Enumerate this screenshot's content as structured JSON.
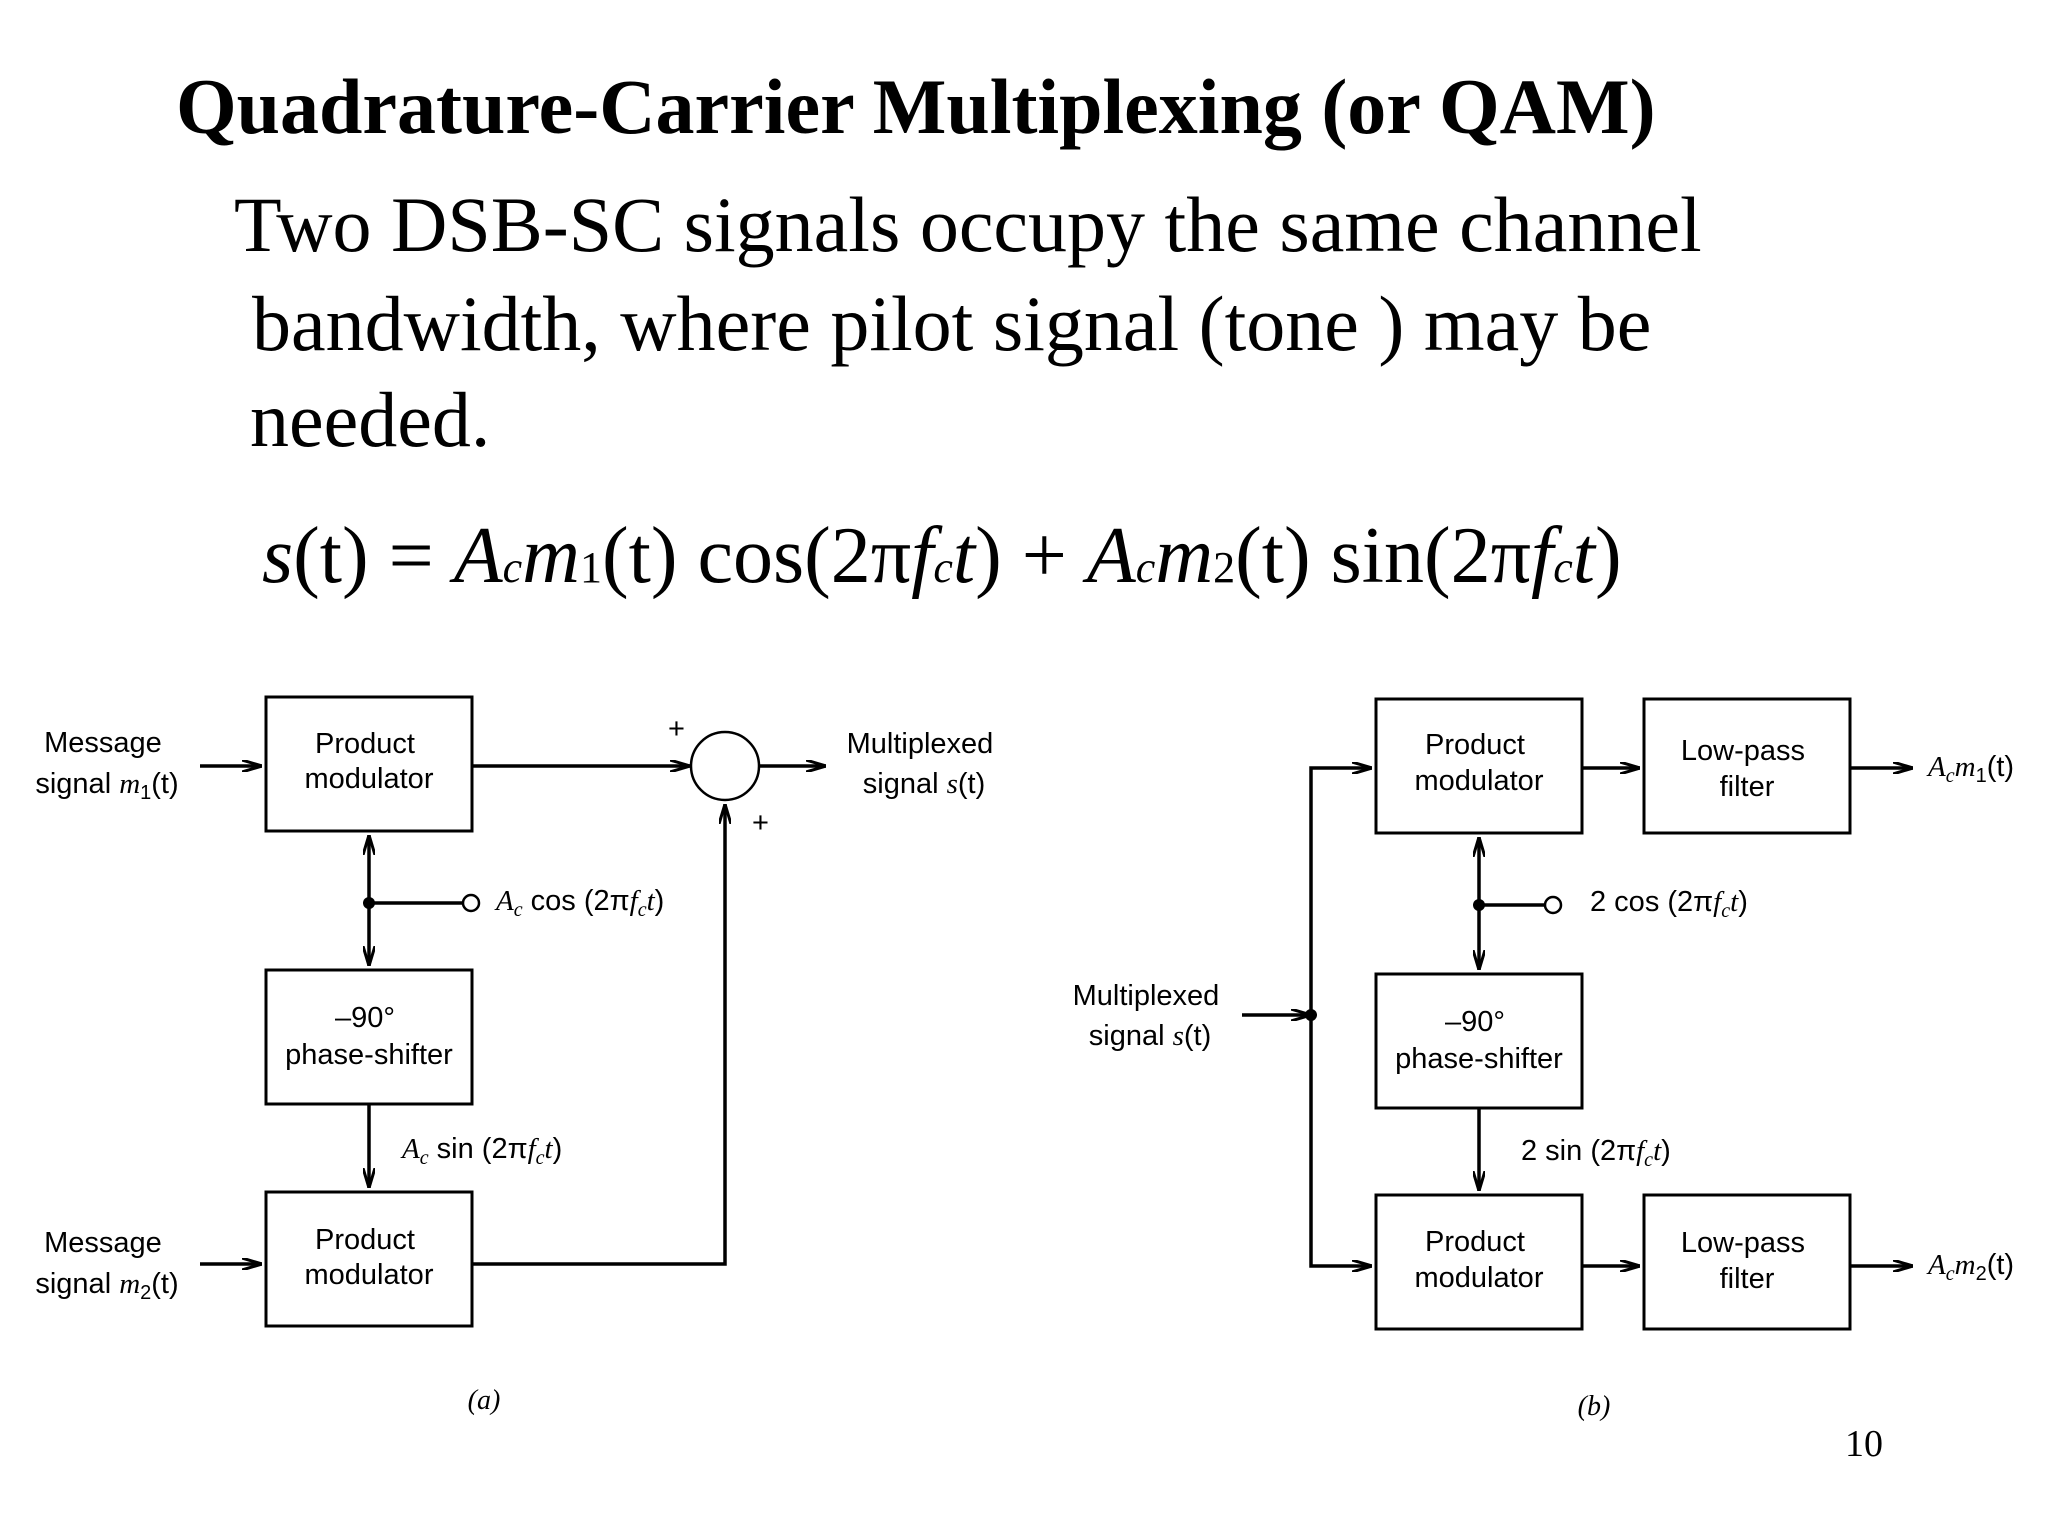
{
  "title": "Quadrature-Carrier Multiplexing (or QAM)",
  "body_lines": [
    "Two DSB-SC signals occupy the same channel",
    "bandwidth, where pilot signal (tone ) may be",
    "needed."
  ],
  "equation": {
    "lhs": "s",
    "lhs_arg": "(t) = ",
    "amp1": "A",
    "amp1_sub": "c",
    "msg1": "m",
    "msg1_sub": "1",
    "msg1_arg": "(t)",
    "carrier1": " cos(2π",
    "freq1": "f",
    "freq1_sub": "c",
    "t1": "t",
    "close1": ") + ",
    "amp2": "A",
    "amp2_sub": "c",
    "msg2": "m",
    "msg2_sub": "2",
    "msg2_arg": "(t)",
    "carrier2": " sin(2π",
    "freq2": "f",
    "freq2_sub": "c",
    "t2": "t",
    "close2": ")"
  },
  "diagram_a": {
    "input1": {
      "line1": "Message",
      "line2_prefix": "signal ",
      "line2_var": "m",
      "line2_sub": "1",
      "line2_arg": "(t)"
    },
    "input2": {
      "line1": "Message",
      "line2_prefix": "signal ",
      "line2_var": "m",
      "line2_sub": "2",
      "line2_arg": "(t)"
    },
    "modulator_top": [
      "Product",
      "modulator"
    ],
    "phase_shifter": [
      "–90°",
      "phase-shifter"
    ],
    "modulator_bottom": [
      "Product",
      "modulator"
    ],
    "carrier_cos": {
      "amp": "A",
      "amp_sub": "c",
      "text": " cos (2π",
      "freq": "f",
      "freq_sub": "c",
      "t": "t",
      "close": ")"
    },
    "carrier_sin": {
      "amp": "A",
      "amp_sub": "c",
      "text": " sin (2π",
      "freq": "f",
      "freq_sub": "c",
      "t": "t",
      "close": ")"
    },
    "sum_plus_top": "+",
    "sum_plus_bottom": "+",
    "output": {
      "line1": "Multiplexed",
      "line2_prefix": "signal ",
      "line2_var": "s",
      "line2_arg": "(t)"
    },
    "caption": "(a)"
  },
  "diagram_b": {
    "input": {
      "line1": "Multiplexed",
      "line2_prefix": "signal ",
      "line2_var": "s",
      "line2_arg": "(t)"
    },
    "modulator_top": [
      "Product",
      "modulator"
    ],
    "lowpass_top": [
      "Low-pass",
      "filter"
    ],
    "phase_shifter": [
      "–90°",
      "phase-shifter"
    ],
    "modulator_bottom": [
      "Product",
      "modulator"
    ],
    "lowpass_bottom": [
      "Low-pass",
      "filter"
    ],
    "carrier_cos": {
      "text": "2 cos (2π",
      "freq": "f",
      "freq_sub": "c",
      "t": "t",
      "close": ")"
    },
    "carrier_sin": {
      "text": "2 sin (2π",
      "freq": "f",
      "freq_sub": "c",
      "t": "t",
      "close": ")"
    },
    "output1": {
      "amp": "A",
      "amp_sub": "c",
      "var": "m",
      "sub": "1",
      "arg": "(t)"
    },
    "output2": {
      "amp": "A",
      "amp_sub": "c",
      "var": "m",
      "sub": "2",
      "arg": "(t)"
    },
    "caption": "(b)"
  },
  "page_number": "10"
}
